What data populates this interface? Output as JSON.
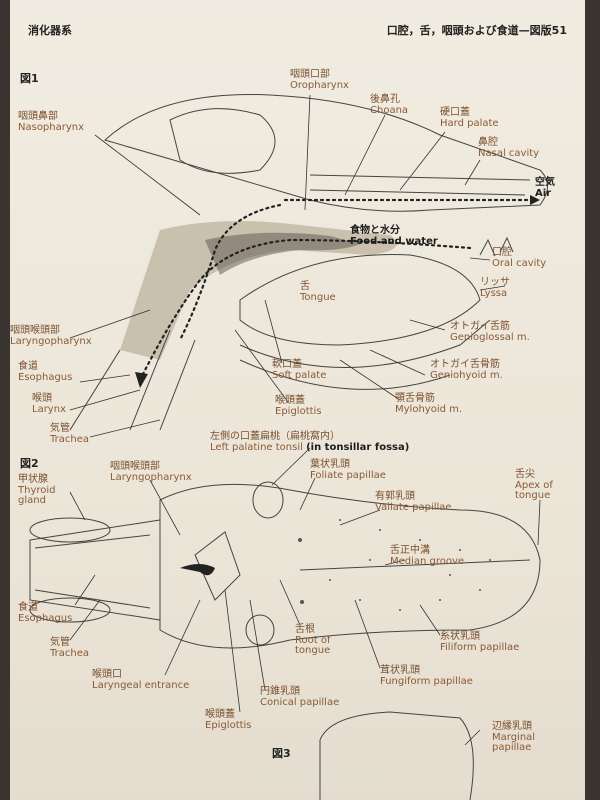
{
  "header": {
    "left": "消化器系",
    "right": "口腔，舌，咽頭および食道—図版51"
  },
  "figures": {
    "fig1": "図1",
    "fig2": "図2",
    "fig3": "図3"
  },
  "fig1_labels": {
    "oropharynx": {
      "jp": "咽頭口部",
      "en": "Oropharynx"
    },
    "choana": {
      "jp": "後鼻孔",
      "en": "Choana"
    },
    "nasopharynx": {
      "jp": "咽頭鼻部",
      "en": "Nasopharynx"
    },
    "hard_palate": {
      "jp": "硬口蓋",
      "en": "Hard palate"
    },
    "nasal_cavity": {
      "jp": "鼻腔",
      "en": "Nasal cavity"
    },
    "air": {
      "jp": "空気",
      "en": "Air"
    },
    "food_water": {
      "jp": "食物と水分",
      "en": "Food and water"
    },
    "oral_cavity": {
      "jp": "口腔",
      "en": "Oral cavity"
    },
    "tongue": {
      "jp": "舌",
      "en": "Tongue"
    },
    "lyssa": {
      "jp": "リッサ",
      "en": "Lyssa"
    },
    "laryngopharynx": {
      "jp": "咽頭喉頭部",
      "en": "Laryngopharynx"
    },
    "esophagus": {
      "jp": "食道",
      "en": "Esophagus"
    },
    "larynx": {
      "jp": "喉頭",
      "en": "Larynx"
    },
    "trachea": {
      "jp": "気管",
      "en": "Trachea"
    },
    "soft_palate": {
      "jp": "軟口蓋",
      "en": "Soft palate"
    },
    "epiglottis": {
      "jp": "喉頭蓋",
      "en": "Epiglottis"
    },
    "genioglossal": {
      "jp": "オトガイ舌筋",
      "en": "Genioglossal m."
    },
    "geniohyoid": {
      "jp": "オトガイ舌骨筋",
      "en": "Geniohyoid m."
    },
    "mylohyoid": {
      "jp": "顎舌骨筋",
      "en": "Mylohyoid m."
    }
  },
  "fig2_labels": {
    "palatine_tonsil": {
      "jp": "左側の口蓋扁桃（扁桃窩内）",
      "en_a": "Left palatine tonsil",
      "en_b": "(in tonsillar fossa)"
    },
    "thyroid": {
      "jp": "甲状腺",
      "en": "Thyroid gland"
    },
    "laryngopharynx": {
      "jp": "咽頭喉頭部",
      "en": "Laryngopharynx"
    },
    "foliate": {
      "jp": "葉状乳頭",
      "en": "Foliate papillae"
    },
    "vallate": {
      "jp": "有郭乳頭",
      "en": "Vallate papillae"
    },
    "apex": {
      "jp": "舌尖",
      "en": "Apex of tongue"
    },
    "median_groove": {
      "jp": "舌正中溝",
      "en": "Median groove"
    },
    "esophagus": {
      "jp": "食道",
      "en": "Esophagus"
    },
    "trachea": {
      "jp": "気管",
      "en": "Trachea"
    },
    "root": {
      "jp": "舌根",
      "en": "Root of tongue"
    },
    "filiform": {
      "jp": "糸状乳頭",
      "en": "Filiform papillae"
    },
    "fungiform": {
      "jp": "茸状乳頭",
      "en": "Fungiform papillae"
    },
    "laryngeal_entrance": {
      "jp": "喉頭口",
      "en": "Laryngeal entrance"
    },
    "conical": {
      "jp": "円錐乳頭",
      "en": "Conical papillae"
    },
    "epiglottis": {
      "jp": "喉頭蓋",
      "en": "Epiglottis"
    }
  },
  "fig3_labels": {
    "marginal": {
      "jp": "辺縁乳頭",
      "en": "Marginal papillae"
    }
  }
}
